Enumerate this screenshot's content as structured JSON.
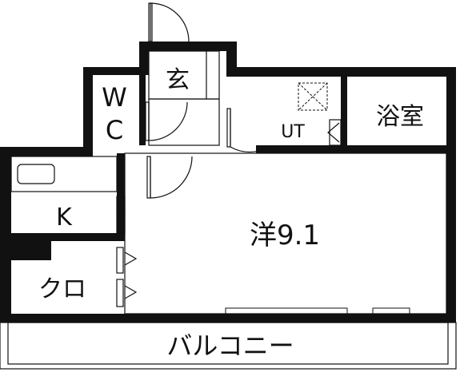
{
  "floorplan": {
    "rooms": {
      "genkan": "玄",
      "wc_w": "W",
      "wc_c": "C",
      "ut": "UT",
      "bath": "浴室",
      "kitchen": "K",
      "western": "洋9.1",
      "closet": "クロ",
      "balcony": "バルコニー"
    }
  }
}
